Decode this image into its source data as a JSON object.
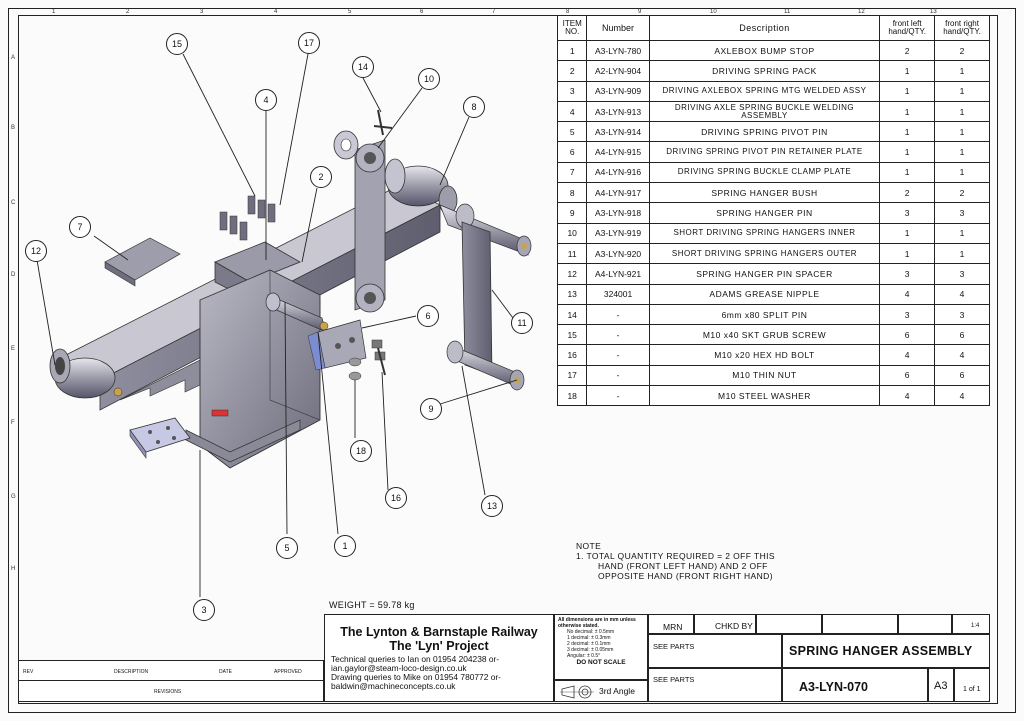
{
  "bom": {
    "headers": {
      "item": "ITEM NO.",
      "number": "Number",
      "description": "Description",
      "qty_left": "front left hand/QTY.",
      "qty_right": "front right hand/QTY."
    },
    "rows": [
      {
        "item": "1",
        "number": "A3-LYN-780",
        "description": "AXLEBOX BUMP STOP",
        "qty_left": "2",
        "qty_right": "2"
      },
      {
        "item": "2",
        "number": "A2-LYN-904",
        "description": "DRIVING SPRING PACK",
        "qty_left": "1",
        "qty_right": "1"
      },
      {
        "item": "3",
        "number": "A3-LYN-909",
        "description": "DRIVING AXLEBOX SPRING MTG WELDED ASSY",
        "qty_left": "1",
        "qty_right": "1"
      },
      {
        "item": "4",
        "number": "A3-LYN-913",
        "description": "DRIVING AXLE SPRING BUCKLE WELDING ASSEMBLY",
        "qty_left": "1",
        "qty_right": "1"
      },
      {
        "item": "5",
        "number": "A3-LYN-914",
        "description": "DRIVING SPRING PIVOT PIN",
        "qty_left": "1",
        "qty_right": "1"
      },
      {
        "item": "6",
        "number": "A4-LYN-915",
        "description": "DRIVING SPRING PIVOT PIN RETAINER PLATE",
        "qty_left": "1",
        "qty_right": "1"
      },
      {
        "item": "7",
        "number": "A4-LYN-916",
        "description": "DRIVING SPRING BUCKLE CLAMP PLATE",
        "qty_left": "1",
        "qty_right": "1"
      },
      {
        "item": "8",
        "number": "A4-LYN-917",
        "description": "SPRING HANGER BUSH",
        "qty_left": "2",
        "qty_right": "2"
      },
      {
        "item": "9",
        "number": "A3-LYN-918",
        "description": "SPRING HANGER PIN",
        "qty_left": "3",
        "qty_right": "3"
      },
      {
        "item": "10",
        "number": "A3-LYN-919",
        "description": "SHORT DRIVING SPRING HANGERS INNER",
        "qty_left": "1",
        "qty_right": "1"
      },
      {
        "item": "11",
        "number": "A3-LYN-920",
        "description": "SHORT DRIVING SPRING HANGERS OUTER",
        "qty_left": "1",
        "qty_right": "1"
      },
      {
        "item": "12",
        "number": "A4-LYN-921",
        "description": "SPRING HANGER PIN SPACER",
        "qty_left": "3",
        "qty_right": "3"
      },
      {
        "item": "13",
        "number": "324001",
        "description": "ADAMS GREASE NIPPLE",
        "qty_left": "4",
        "qty_right": "4"
      },
      {
        "item": "14",
        "number": "-",
        "description": "6mm x80 SPLIT PIN",
        "qty_left": "3",
        "qty_right": "3"
      },
      {
        "item": "15",
        "number": "-",
        "description": "M10 x40 SKT GRUB SCREW",
        "qty_left": "6",
        "qty_right": "6"
      },
      {
        "item": "16",
        "number": "-",
        "description": "M10 x20 HEX HD BOLT",
        "qty_left": "4",
        "qty_right": "4"
      },
      {
        "item": "17",
        "number": "-",
        "description": "M10 THIN NUT",
        "qty_left": "6",
        "qty_right": "6"
      },
      {
        "item": "18",
        "number": "-",
        "description": "M10 STEEL WASHER",
        "qty_left": "4",
        "qty_right": "4"
      }
    ]
  },
  "note": {
    "heading": "NOTE",
    "line1": "1.   TOTAL QUANTITY REQUIRED = 2 OFF THIS",
    "line2": "HAND (FRONT LEFT HAND) AND 2 OFF",
    "line3": "OPPOSITE HAND (FRONT RIGHT HAND)"
  },
  "weight": "WEIGHT = 59.78 kg",
  "callouts": [
    "15",
    "17",
    "4",
    "14",
    "10",
    "8",
    "2",
    "7",
    "12",
    "6",
    "11",
    "9",
    "13",
    "16",
    "18",
    "5",
    "1",
    "3"
  ],
  "title_block": {
    "org_line1": "The Lynton & Barnstaple Railway",
    "org_line2": "The 'Lyn' Project",
    "contact1": "Technical queries to Ian on 01954 204238 or-",
    "contact2": "ian.gaylor@steam-loco-design.co.uk",
    "contact3": "Drawing queries to Mike on 01954 780772 or-",
    "contact4": "baldwin@machineconcepts.co.uk",
    "tolerance_note": "All dimensions are in mm unless otherwise stated.",
    "tol1": "No decimal: ± 0.5mm",
    "tol2": "1 decimal: ± 0.3mm",
    "tol3": "2 decimal: ± 0.1mm",
    "tol4": "3 decimal: ± 0.05mm",
    "tol5": "Angular: ± 0.5°",
    "do_not_scale": "DO NOT SCALE",
    "projection": "3rd Angle",
    "drawn_by": "MRN",
    "chkd_by": "CHKD BY",
    "material": "SEE PARTS",
    "finish": "SEE PARTS",
    "title": "SPRING HANGER ASSEMBLY",
    "drawing_number": "A3-LYN-070",
    "size": "A3",
    "scale": "1:4",
    "sheet": "1 of 1"
  },
  "revisions": {
    "rev": "REV",
    "description": "DESCRIPTION",
    "date": "DATE",
    "approved": "APPROVED",
    "title": "REVISIONS"
  },
  "zones": {
    "top": [
      "1",
      "2",
      "3",
      "4",
      "5",
      "6",
      "7",
      "8",
      "9",
      "10",
      "11",
      "12",
      "13"
    ],
    "side": [
      "A",
      "B",
      "C",
      "D",
      "E",
      "F",
      "G",
      "H"
    ]
  }
}
